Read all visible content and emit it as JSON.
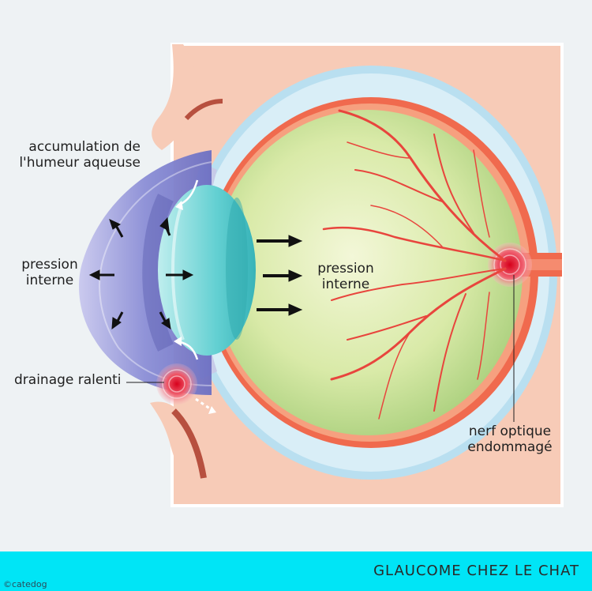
{
  "labels": {
    "accumulation": "accumulation de\nl'humeur aqueuse",
    "pression_left": "pression\ninterne",
    "pression_mid": "pression\ninterne",
    "drainage": "drainage ralenti",
    "nerf": "nerf optique\nendommagé"
  },
  "footer": {
    "title": "GLAUCOME CHEZ LE CHAT",
    "copyright": "©catedog"
  },
  "colors": {
    "footer_bg": "#00e5f6",
    "skin": "#f7cbb7",
    "sclera": "#b9dff0",
    "retina": "#f06a4e",
    "vitreous": "#cfe3a0",
    "cornea": "#8e8fd6",
    "lens": "#5ccfcf",
    "vessel": "#e8453d"
  }
}
